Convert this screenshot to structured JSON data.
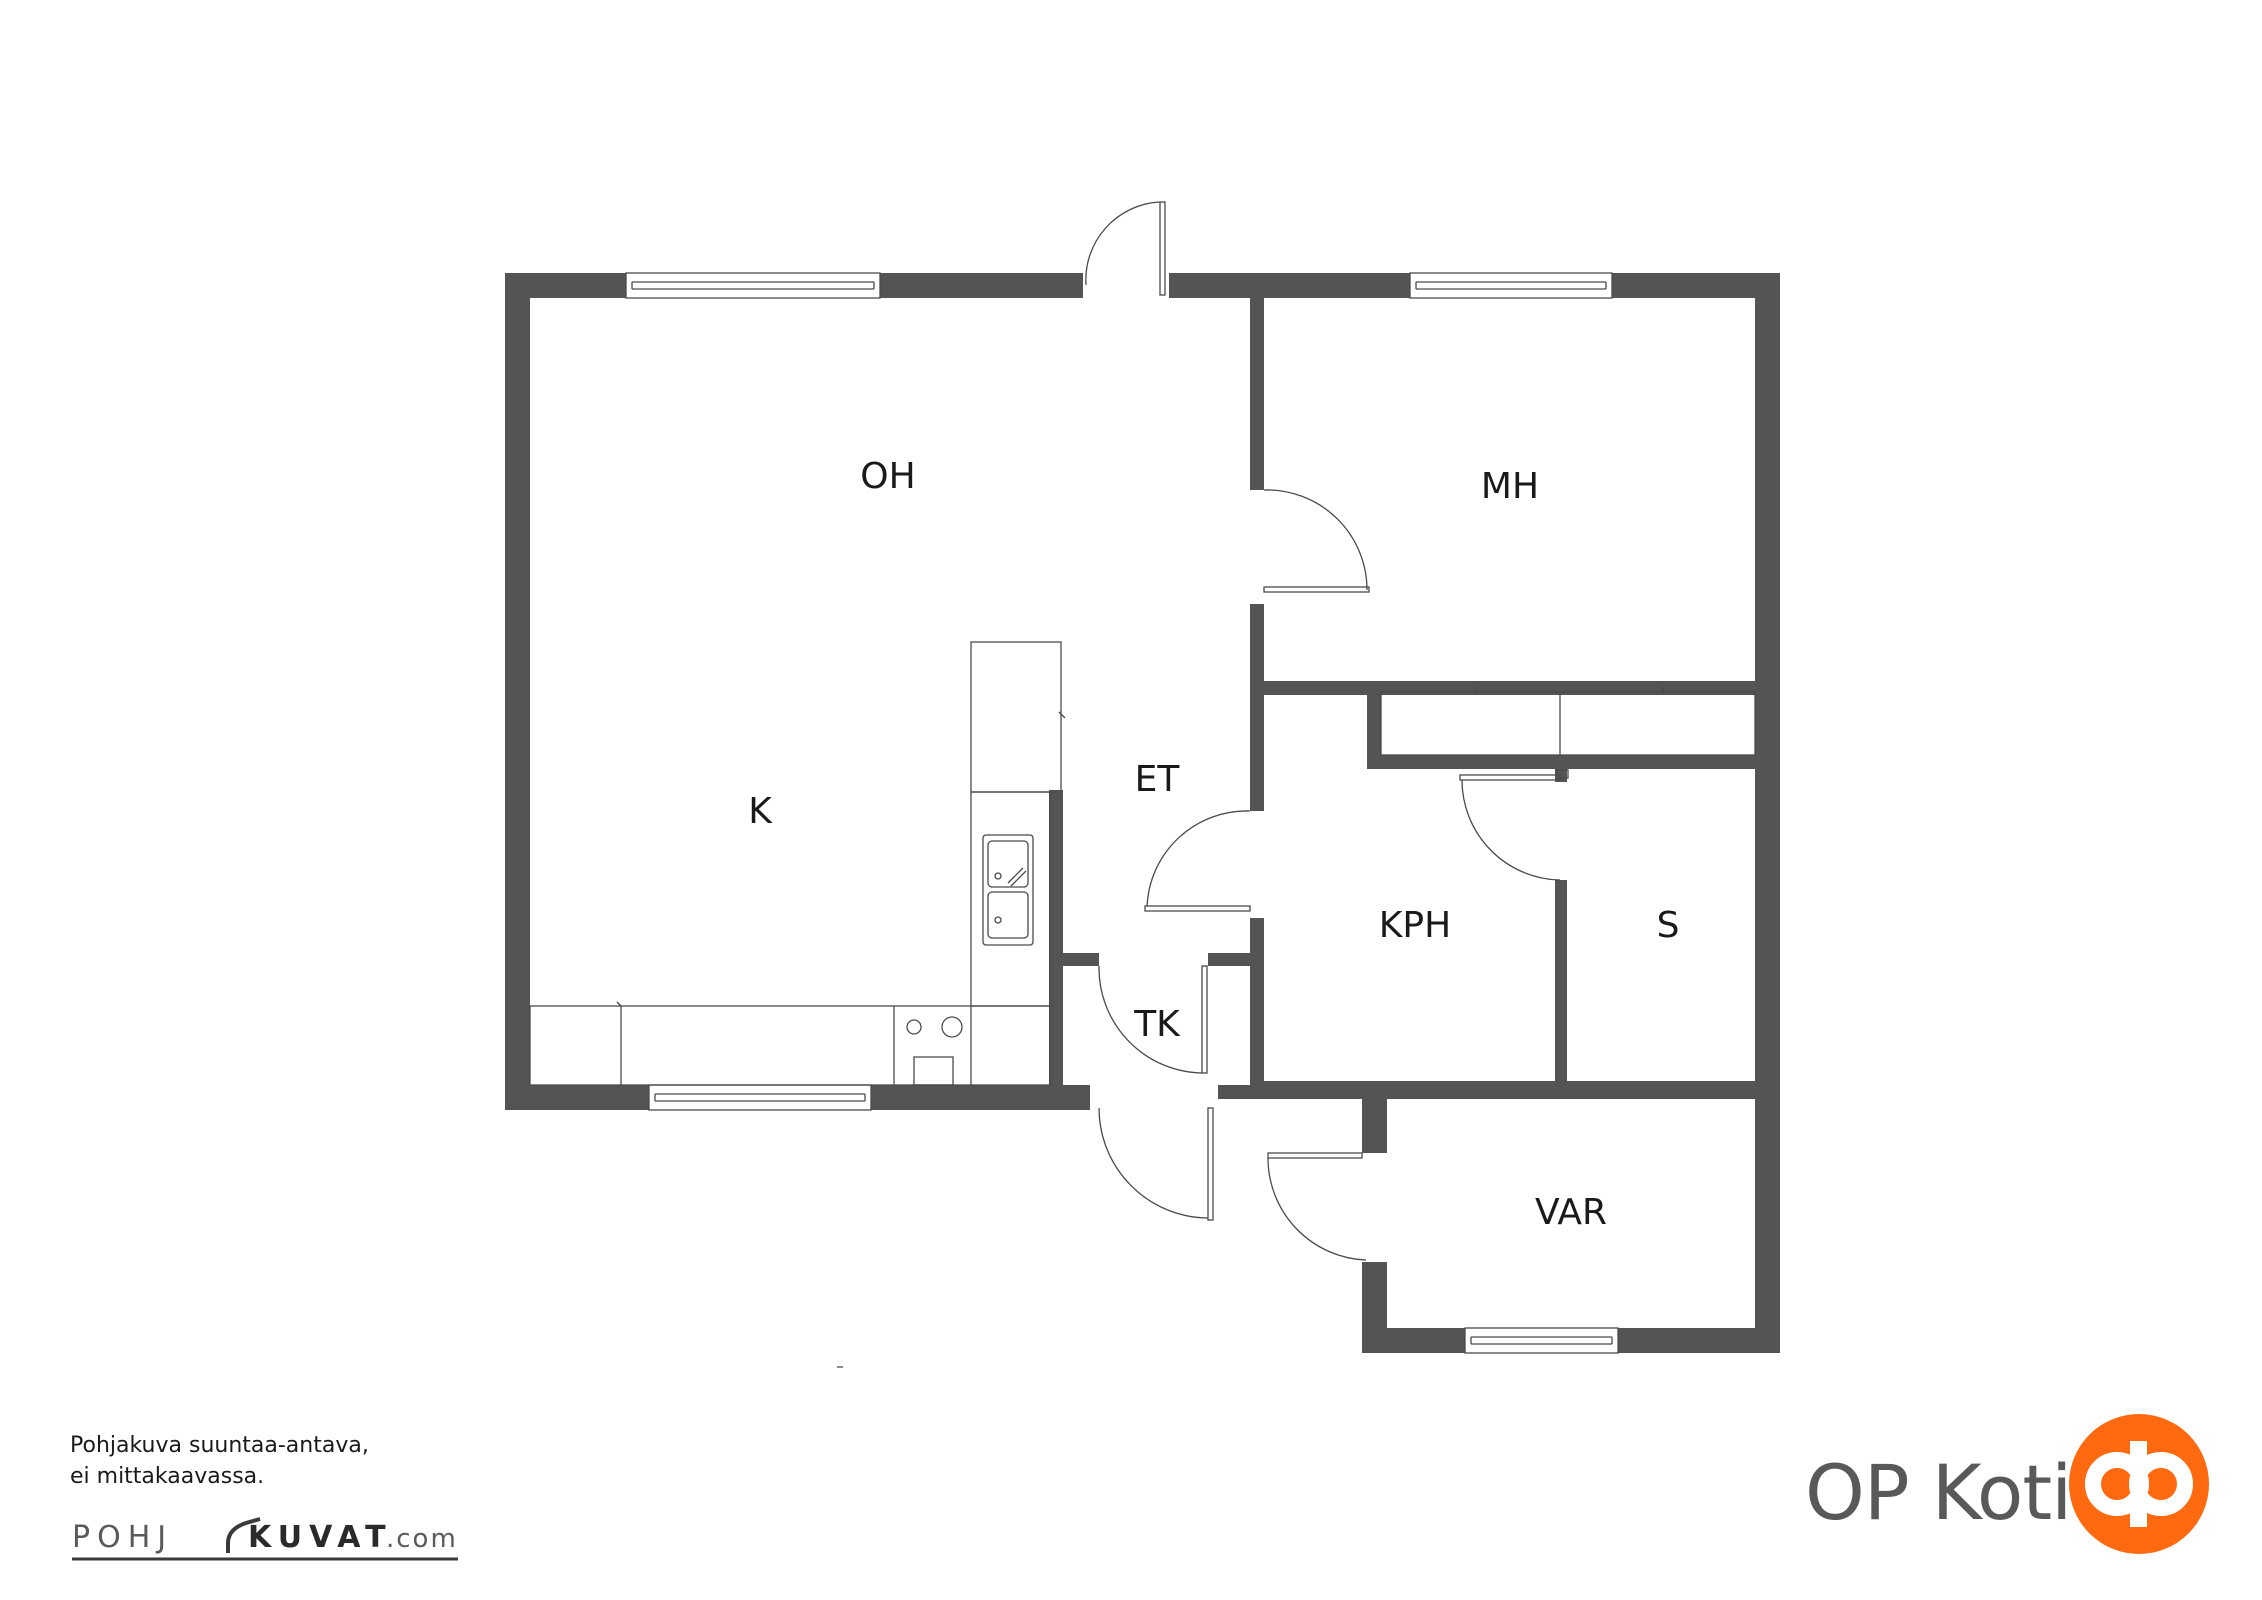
{
  "rooms": {
    "oh": "OH",
    "mh": "MH",
    "et": "ET",
    "k": "K",
    "kph": "KPH",
    "s": "S",
    "tk": "TK",
    "var": "VAR"
  },
  "disclaimer": {
    "line1": "Pohjakuva suuntaa-antava,",
    "line2": "ei mittakaavassa."
  },
  "pohjakuvat_logo": {
    "part1": "POHJ",
    "part2": "KUVAT",
    "part3": ".com"
  },
  "op_brand": {
    "name": "OP Koti",
    "logo_color": "#ff6a10"
  },
  "colors": {
    "wall": "#545454",
    "lines": "#4a4a4a"
  }
}
